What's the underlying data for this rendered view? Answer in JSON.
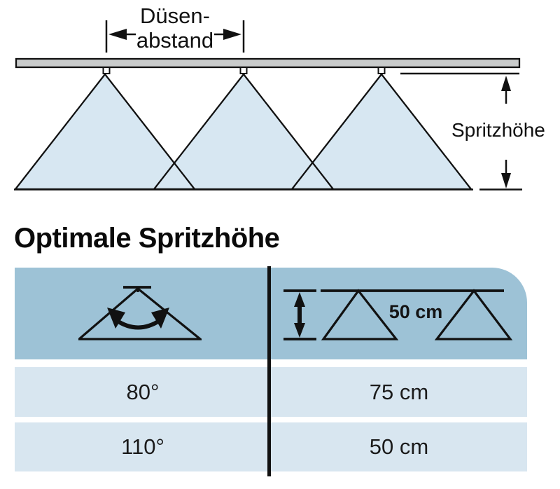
{
  "section_title": "Optimale Spritzhöhe",
  "diagram": {
    "nozzle_spacing_label_line1": "Düsen-",
    "nozzle_spacing_label_line2": "abstand",
    "spray_height_label": "Spritzhöhe"
  },
  "table": {
    "header": {
      "left_icon": "spray-angle-icon",
      "right_icon": "nozzle-spacing-icon",
      "nozzle_spacing_value": "50 cm"
    },
    "rows": [
      {
        "angle": "80°",
        "height": "75 cm"
      },
      {
        "angle": "110°",
        "height": "50 cm"
      }
    ]
  },
  "colors": {
    "cone_fill": "#d7e7f2",
    "boom_fill": "#c9cbcb",
    "header_bg": "#9dc2d6",
    "row_bg": "#d8e6f0",
    "line": "#111111"
  }
}
